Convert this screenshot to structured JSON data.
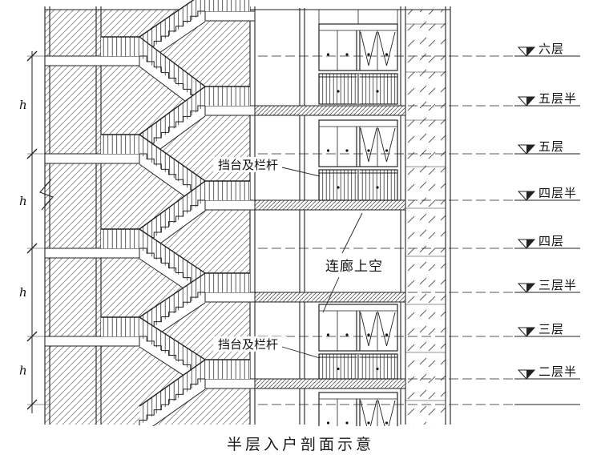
{
  "title": "半层入户剖面示意",
  "drawing": {
    "floors": [
      {
        "label": "六层"
      },
      {
        "label": "五层半"
      },
      {
        "label": "五层"
      },
      {
        "label": "四层半"
      },
      {
        "label": "四层"
      },
      {
        "label": "三层半"
      },
      {
        "label": "三层"
      },
      {
        "label": "二层半"
      }
    ],
    "annotations": {
      "railing_upper": "挡台及栏杆",
      "railing_lower": "挡台及栏杆",
      "corridor_void": "连廊上空"
    },
    "dimension_h": [
      "h",
      "h",
      "h",
      "h"
    ],
    "colors": {
      "line": "#222222",
      "hatch": "#808080"
    }
  }
}
